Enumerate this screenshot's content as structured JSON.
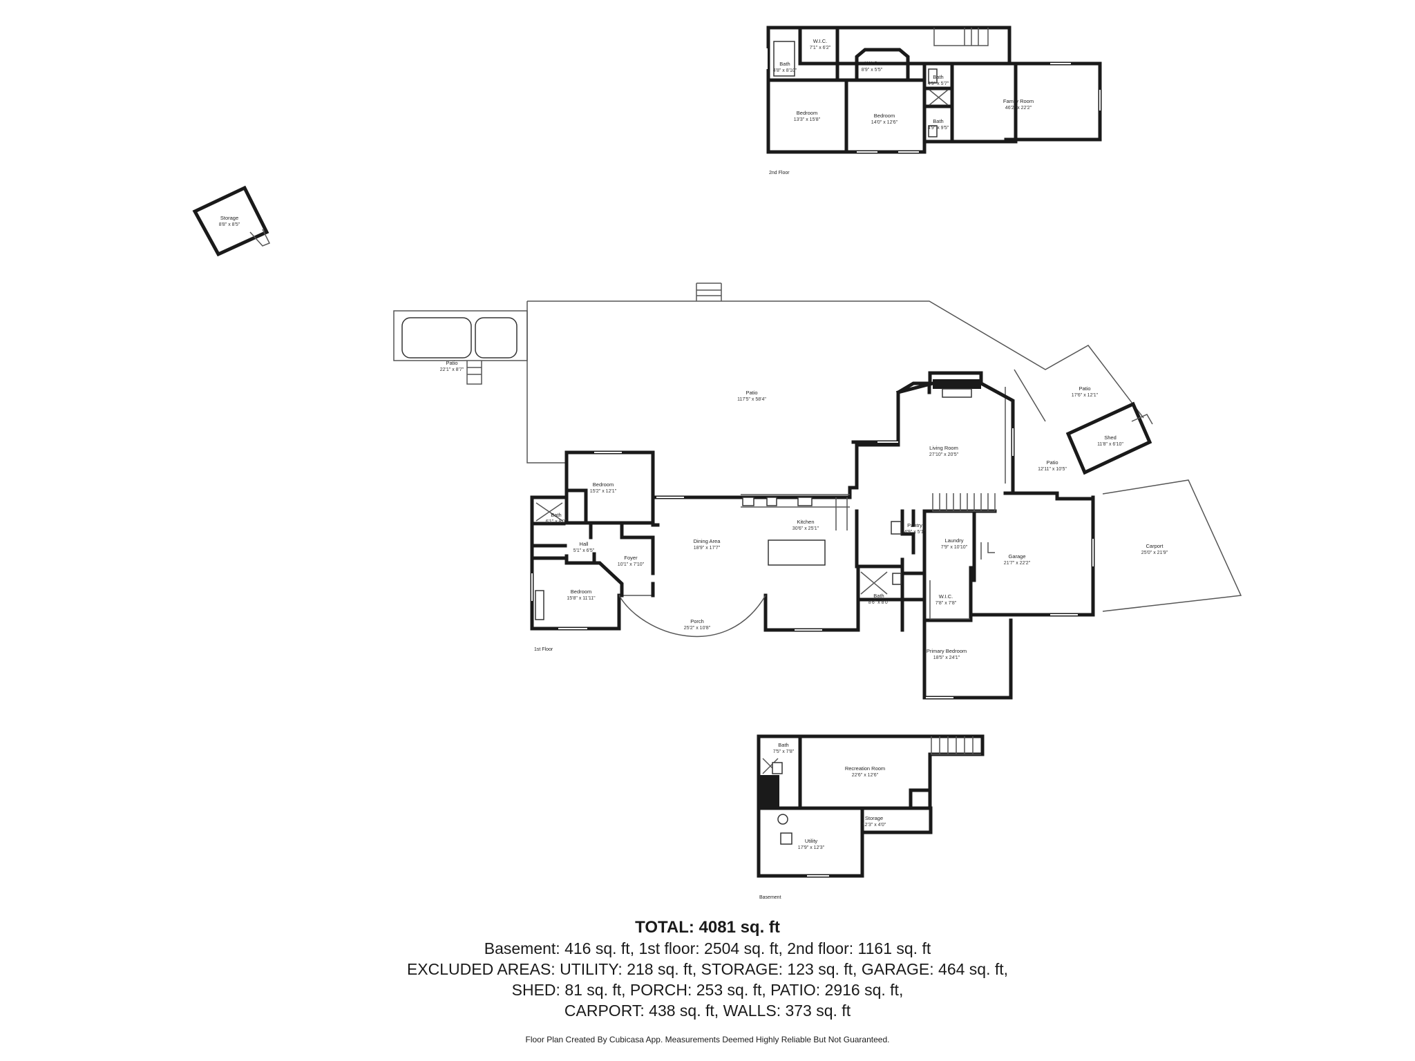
{
  "floors": {
    "basement": "Basement",
    "first": "1st Floor",
    "second": "2nd Floor"
  },
  "rooms": {
    "storage_shed": {
      "name": "Storage",
      "dim": "8'8\" x 8'5\""
    },
    "f2_bath1": {
      "name": "Bath",
      "dim": "4'8\" x 8'10\""
    },
    "f2_wic1": {
      "name": "W.I.C.",
      "dim": "7'1\" x 6'2\""
    },
    "f2_wic2": {
      "name": "W.I.C.",
      "dim": "8'9\" x 5'5\""
    },
    "f2_bath2": {
      "name": "Bath",
      "dim": "4'9\" x 5'7\""
    },
    "f2_bath3": {
      "name": "Bath",
      "dim": "4'9\" x 9'5\""
    },
    "f2_bedroom1": {
      "name": "Bedroom",
      "dim": "13'3\" x 15'8\""
    },
    "f2_bedroom2": {
      "name": "Bedroom",
      "dim": "14'0\" x 12'6\""
    },
    "f2_family": {
      "name": "Family Room",
      "dim": "46'2\" x 22'2\""
    },
    "patio_small": {
      "name": "Patio",
      "dim": "22'1\" x 8'7\""
    },
    "patio_large": {
      "name": "Patio",
      "dim": "117'5\" x 58'4\""
    },
    "patio_right": {
      "name": "Patio",
      "dim": "17'6\" x 12'1\""
    },
    "shed": {
      "name": "Shed",
      "dim": "11'8\" x 6'10\""
    },
    "patio_mid": {
      "name": "Patio",
      "dim": "12'11\" x 10'5\""
    },
    "living": {
      "name": "Living Room",
      "dim": "27'10\" x 20'5\""
    },
    "f1_bedroom1": {
      "name": "Bedroom",
      "dim": "15'2\" x 12'1\""
    },
    "f1_bath1": {
      "name": "Bath",
      "dim": "6'1\" x 8'0\""
    },
    "hall": {
      "name": "Hall",
      "dim": "5'1\" x 6'5\""
    },
    "foyer": {
      "name": "Foyer",
      "dim": "10'1\" x 7'10\""
    },
    "dining": {
      "name": "Dining Area",
      "dim": "18'9\" x 17'7\""
    },
    "kitchen": {
      "name": "Kitchen",
      "dim": "30'6\" x 25'1\""
    },
    "pantry": {
      "name": "Pantry",
      "dim": "4'9\" x 5'1\""
    },
    "laundry": {
      "name": "Laundry",
      "dim": "7'9\" x 10'10\""
    },
    "garage": {
      "name": "Garage",
      "dim": "21'7\" x 22'2\""
    },
    "carport": {
      "name": "Carport",
      "dim": "25'0\" x 21'9\""
    },
    "f1_bedroom2": {
      "name": "Bedroom",
      "dim": "15'8\" x 11'11\""
    },
    "porch": {
      "name": "Porch",
      "dim": "25'2\" x 10'8\""
    },
    "f1_bath2": {
      "name": "Bath",
      "dim": "8'6\" x 8'0\""
    },
    "f1_wic": {
      "name": "W.I.C.",
      "dim": "7'8\" x 7'8\""
    },
    "primary": {
      "name": "Primary Bedroom",
      "dim": "18'5\" x 24'1\""
    },
    "b_bath": {
      "name": "Bath",
      "dim": "7'5\" x 7'8\""
    },
    "b_rec": {
      "name": "Recreation Room",
      "dim": "22'6\" x 12'6\""
    },
    "b_storage": {
      "name": "Storage",
      "dim": "12'3\" x 4'0\""
    },
    "b_utility": {
      "name": "Utility",
      "dim": "17'9\" x 12'3\""
    }
  },
  "summary": {
    "total": "TOTAL: 4081 sq. ft",
    "line1": "Basement: 416 sq. ft, 1st floor: 2504 sq. ft, 2nd floor: 1161 sq. ft",
    "line2": "EXCLUDED AREAS: UTILITY: 218 sq. ft, STORAGE: 123 sq. ft, GARAGE: 464 sq. ft,",
    "line3": "SHED: 81 sq. ft, PORCH: 253 sq. ft, PATIO: 2916 sq. ft,",
    "line4": "CARPORT: 438 sq. ft, WALLS: 373 sq. ft"
  },
  "disclaimer": "Floor Plan Created By Cubicasa App. Measurements Deemed Highly Reliable But Not Guaranteed."
}
